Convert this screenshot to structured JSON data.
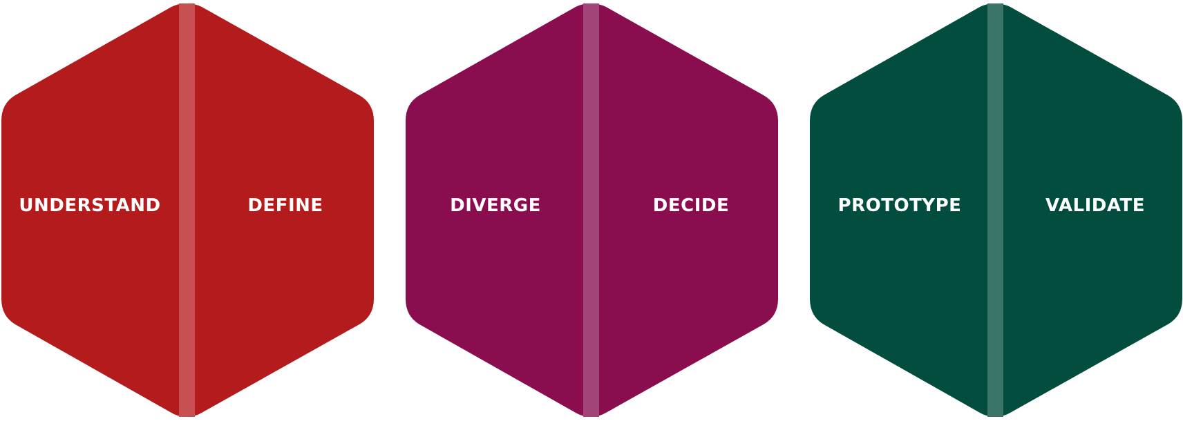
{
  "hexagons": [
    {
      "id": "red",
      "color": "#B41B1C",
      "divider_color": "#C65052",
      "left_label": "UNDERSTAND",
      "right_label": "DEFINE"
    },
    {
      "id": "purple",
      "color": "#8A0E4F",
      "divider_color": "#A14578",
      "left_label": "DIVERGE",
      "right_label": "DECIDE"
    },
    {
      "id": "green",
      "color": "#024D3E",
      "divider_color": "#3B7569",
      "left_label": "PROTOTYPE",
      "right_label": "VALIDATE"
    }
  ]
}
